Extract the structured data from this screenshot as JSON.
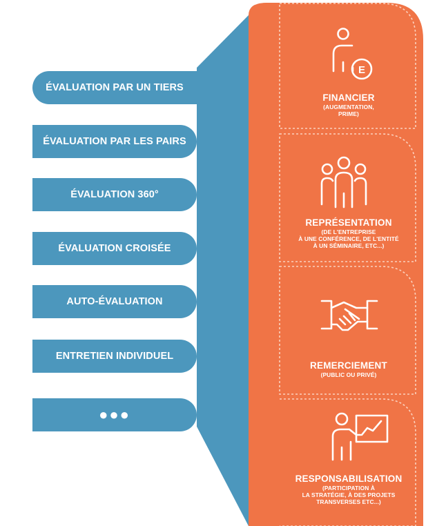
{
  "methods": [
    "ÉVALUATION PAR UN TIERS",
    "ÉVALUATION PAR LES PAIRS",
    "ÉVALUATION 360°",
    "ÉVALUATION CROISÉE",
    "AUTO-ÉVALUATION",
    "ENTRETIEN INDIVIDUEL",
    "●●●"
  ],
  "rewards": [
    {
      "title": "FINANCIER",
      "sub": [
        "(AUGMENTATION,",
        "PRIME)"
      ],
      "icon": "person-euro-icon"
    },
    {
      "title": "REPRÉSENTATION",
      "sub": [
        "(DE L'ENTREPRISE",
        "À UNE CONFÉRENCE, DE L'ENTITÉ",
        "À UN SÉMINAIRE, ETC...)"
      ],
      "icon": "group-icon"
    },
    {
      "title": "REMERCIEMENT",
      "sub": [
        "(PUBLIC OU PRIVÉ)"
      ],
      "icon": "handshake-icon"
    },
    {
      "title": "RESPONSABILISATION",
      "sub": [
        "(PARTICIPATION À",
        "LA STRATÉGIE, À DES PROJETS",
        "TRANSVERSES ETC...)"
      ],
      "icon": "presenter-chart-icon"
    }
  ],
  "colors": {
    "blue": "#4c97bd",
    "orange": "#f07446",
    "white": "#ffffff"
  }
}
